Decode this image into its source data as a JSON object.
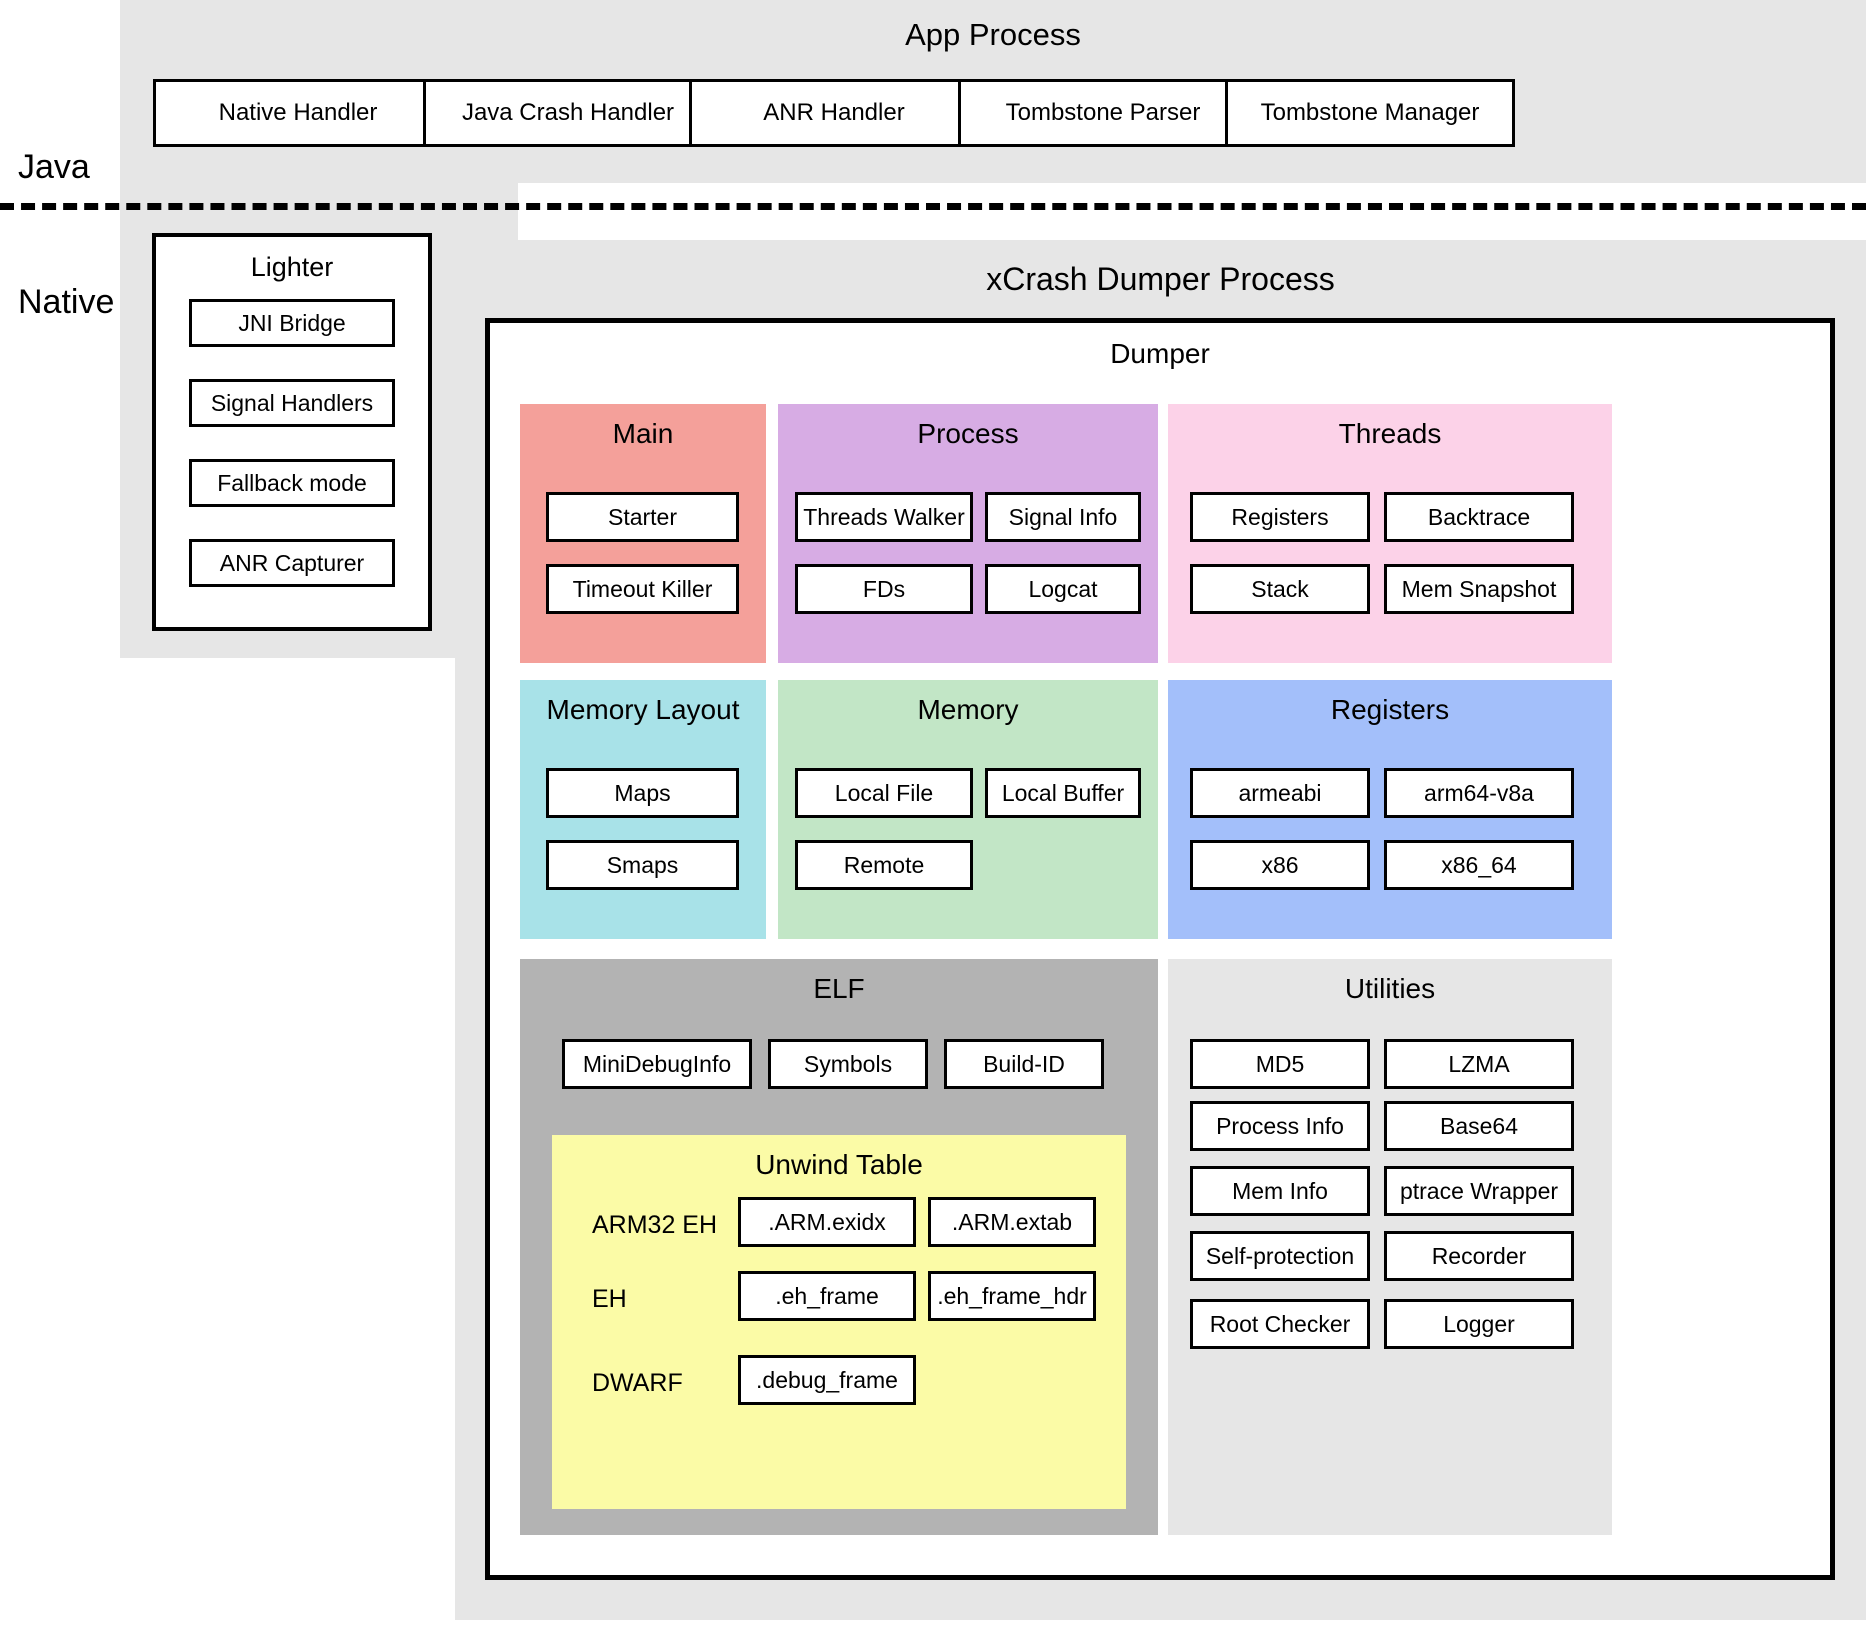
{
  "layers": {
    "java_label": "Java",
    "native_label": "Native"
  },
  "app_process": {
    "title": "App Process",
    "handlers": [
      {
        "label": "Native Handler"
      },
      {
        "label": "Java Crash Handler"
      },
      {
        "label": "ANR Handler"
      },
      {
        "label": "Tombstone Parser"
      },
      {
        "label": "Tombstone Manager"
      }
    ]
  },
  "lighter": {
    "title": "Lighter",
    "items": [
      {
        "label": "JNI Bridge"
      },
      {
        "label": "Signal Handlers"
      },
      {
        "label": "Fallback mode"
      },
      {
        "label": "ANR Capturer"
      }
    ]
  },
  "dumper_process": {
    "title": "xCrash Dumper Process",
    "dumper": {
      "title": "Dumper",
      "modules": [
        {
          "name": "main",
          "title": "Main",
          "color": "#f4a09a",
          "items": [
            {
              "label": "Starter"
            },
            {
              "label": "Timeout Killer"
            }
          ]
        },
        {
          "name": "process",
          "title": "Process",
          "color": "#d7ace4",
          "items": [
            {
              "label": "Threads Walker"
            },
            {
              "label": "Signal Info"
            },
            {
              "label": "FDs"
            },
            {
              "label": "Logcat"
            }
          ]
        },
        {
          "name": "threads",
          "title": "Threads",
          "color": "#fcd2e8",
          "items": [
            {
              "label": "Registers"
            },
            {
              "label": "Backtrace"
            },
            {
              "label": "Stack"
            },
            {
              "label": "Mem Snapshot"
            }
          ]
        },
        {
          "name": "memory-layout",
          "title": "Memory Layout",
          "color": "#a8e2e8",
          "items": [
            {
              "label": "Maps"
            },
            {
              "label": "Smaps"
            }
          ]
        },
        {
          "name": "memory",
          "title": "Memory",
          "color": "#c2e6c6",
          "items": [
            {
              "label": "Local File"
            },
            {
              "label": "Local Buffer"
            },
            {
              "label": "Remote"
            }
          ]
        },
        {
          "name": "registers",
          "title": "Registers",
          "color": "#a3bffa",
          "items": [
            {
              "label": "armeabi"
            },
            {
              "label": "arm64-v8a"
            },
            {
              "label": "x86"
            },
            {
              "label": "x86_64"
            }
          ]
        }
      ],
      "elf": {
        "title": "ELF",
        "color": "#b3b3b3",
        "items": [
          {
            "label": "MiniDebugInfo"
          },
          {
            "label": "Symbols"
          },
          {
            "label": "Build-ID"
          }
        ],
        "unwind_table": {
          "title": "Unwind Table",
          "color": "#fbfba6",
          "rows": [
            {
              "label": "ARM32 EH",
              "sections": [
                ".ARM.exidx",
                ".ARM.extab"
              ]
            },
            {
              "label": "EH",
              "sections": [
                ".eh_frame",
                ".eh_frame_hdr"
              ]
            },
            {
              "label": "DWARF",
              "sections": [
                ".debug_frame"
              ]
            }
          ]
        }
      },
      "utilities": {
        "title": "Utilities",
        "color": "#e6e6e6",
        "items": [
          {
            "label": "MD5"
          },
          {
            "label": "LZMA"
          },
          {
            "label": "Process Info"
          },
          {
            "label": "Base64"
          },
          {
            "label": "Mem Info"
          },
          {
            "label": "ptrace Wrapper"
          },
          {
            "label": "Self-protection"
          },
          {
            "label": "Recorder"
          },
          {
            "label": "Root Checker"
          },
          {
            "label": "Logger"
          }
        ]
      }
    }
  }
}
